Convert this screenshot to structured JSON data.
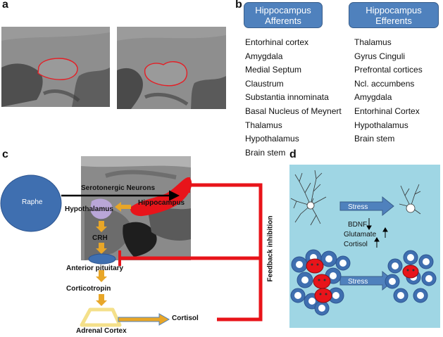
{
  "panels": {
    "a": "a",
    "b": "b",
    "c": "c",
    "d": "d"
  },
  "panel_b": {
    "afferents_header": [
      "Hippocampus",
      "Afferents"
    ],
    "efferents_header": [
      "Hippocampus",
      "Efferents"
    ],
    "afferents": [
      "Entorhinal cortex",
      "Amygdala",
      "Medial Septum",
      "Claustrum",
      "Substantia innominata",
      "Basal Nucleus of Meynert",
      "Thalamus",
      "Hypothalamus",
      "Brain stem"
    ],
    "efferents": [
      "Thalamus",
      "Gyrus Cinguli",
      "Prefrontal cortices",
      "Ncl. accumbens",
      "Amygdala",
      "Entorhinal Cortex",
      "Hypothalamus",
      "Brain stem"
    ]
  },
  "panel_c": {
    "raphe": "Raphe",
    "serotonergic": "Serotonergic Neurons",
    "hypothalamus": "Hypothalamus",
    "hippocampus": "Hippocampus",
    "crh": "CRH",
    "anterior_pituitary": "Anterior pituitary",
    "corticotropin": "Corticotropin",
    "adrenal_cortex": "Adrenal Cortex",
    "cortisol": "Cortisol",
    "feedback": "Feedback inhibition"
  },
  "panel_d": {
    "stress_top": "Stress",
    "stress_bottom": "Stress",
    "bdnf": "BDNF",
    "glutamate": "Glutamate",
    "cortisol": "Cortisol"
  },
  "colors": {
    "header_blue": "#4f81bd",
    "arrow_blue": "#4f81bd",
    "panel_d_bg": "#9fd6e4",
    "inhibition_red": "#e8141a",
    "hippocampus_red": "#e8141a",
    "hpa_arrow_yellow": "#e8a628",
    "raphe_blue": "#3f6fb0"
  }
}
